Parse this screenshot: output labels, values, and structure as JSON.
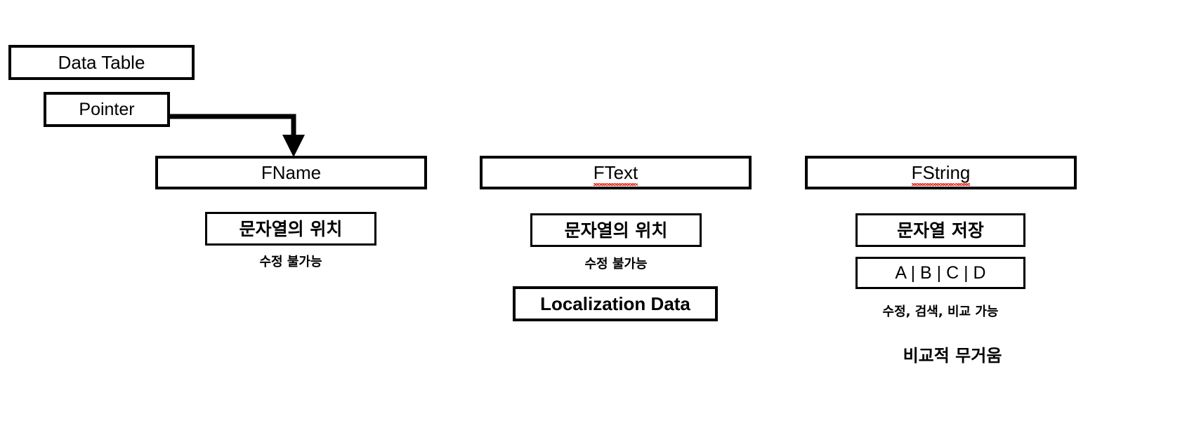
{
  "diagram": {
    "title": "Unreal Engine string types comparison diagram",
    "background_color": "#ffffff",
    "stroke_color": "#000000",
    "spellcheck_underline_color": "#e8342a"
  },
  "source_group": {
    "data_table_label": "Data Table",
    "pointer_label": "Pointer",
    "connector": {
      "from": "pointer-box",
      "to": "fname-box",
      "arrow_head": "down"
    }
  },
  "columns": [
    {
      "id": "fname",
      "header": "FName",
      "header_spellchecked": false,
      "attribute_box": "문자열의 위치",
      "captions": [
        "수정 불가능"
      ],
      "extra_boxes": []
    },
    {
      "id": "ftext",
      "header": "FText",
      "header_spellchecked": true,
      "attribute_box": "문자열의 위치",
      "captions": [
        "수정 불가능"
      ],
      "extra_boxes": [
        "Localization Data"
      ]
    },
    {
      "id": "fstring",
      "header": "FString",
      "header_spellchecked": true,
      "attribute_box": "문자열 저장",
      "captions": [
        "수정, 검색, 비교 가능",
        "비교적 무거움"
      ],
      "extra_boxes": [
        "A | B | C | D"
      ]
    }
  ]
}
